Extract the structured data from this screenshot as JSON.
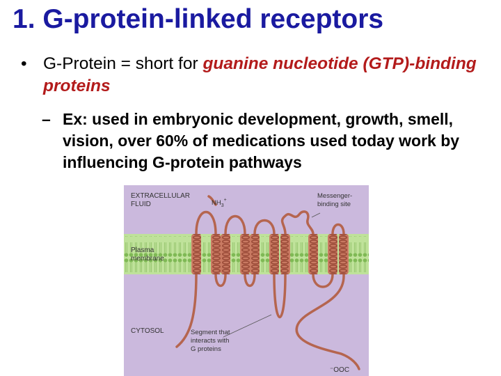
{
  "slide": {
    "title": "1. G-protein-linked receptors",
    "bullet1": {
      "marker": "•",
      "text_plain": "G-Protein = short for ",
      "text_accent": "guanine nucleotide (GTP)-binding proteins"
    },
    "bullet2": {
      "marker": "–",
      "text": "Ex: used in embryonic development, growth, smell, vision, over 60% of medications used today work by influencing G-protein pathways"
    }
  },
  "figure": {
    "label_extracellular": [
      "EXTRACELLULAR",
      "FLUID"
    ],
    "label_nh3": "NH",
    "label_nh3_sub": "3",
    "label_nh3_sup": "+",
    "label_messenger": [
      "Messenger-",
      "binding site"
    ],
    "label_plasma": [
      "Plasma",
      "membrane"
    ],
    "label_cytosol": "CYTOSOL",
    "label_segment": [
      "Segment that",
      "interacts with",
      "G proteins"
    ],
    "label_cooh": "⁻OOC"
  },
  "colors": {
    "title": "#1a1aa0",
    "accent": "#b31b1b",
    "figure_background": "#cbb9dd",
    "membrane": "#9fcf72",
    "protein": "#b5654f"
  }
}
